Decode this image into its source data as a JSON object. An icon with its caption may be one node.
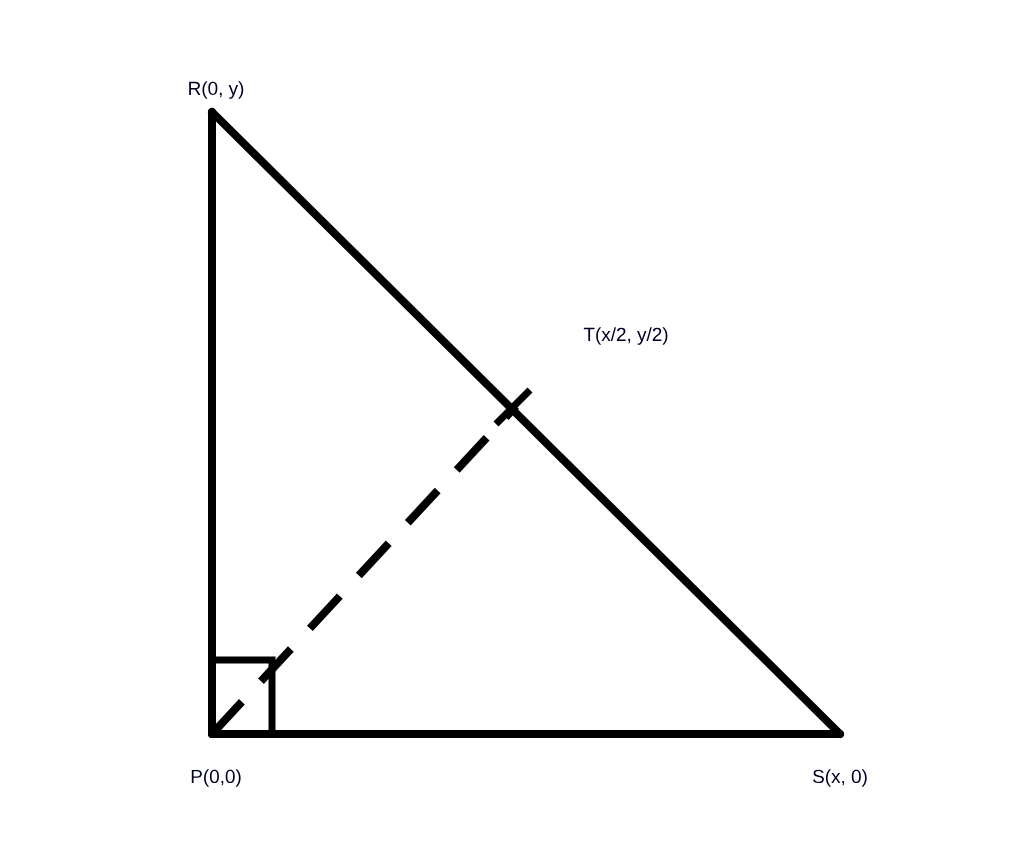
{
  "diagram": {
    "nodes": [
      {
        "text": [
          "R(0, y)"
        ]
      },
      {
        "text": [
          "T(x/2, y/2)"
        ]
      },
      {
        "text": [
          "P(0,0)"
        ]
      },
      {
        "text": [
          "S(x, 0)"
        ]
      }
    ],
    "edges": [
      {
        "from": 2,
        "to": 0,
        "arrow": "none"
      },
      {
        "from": 2,
        "to": 3,
        "arrow": "none"
      },
      {
        "from": 0,
        "to": 3,
        "arrow": "none"
      },
      {
        "from": 2,
        "to": 1,
        "arrow": "none",
        "style": "dashed"
      }
    ]
  }
}
